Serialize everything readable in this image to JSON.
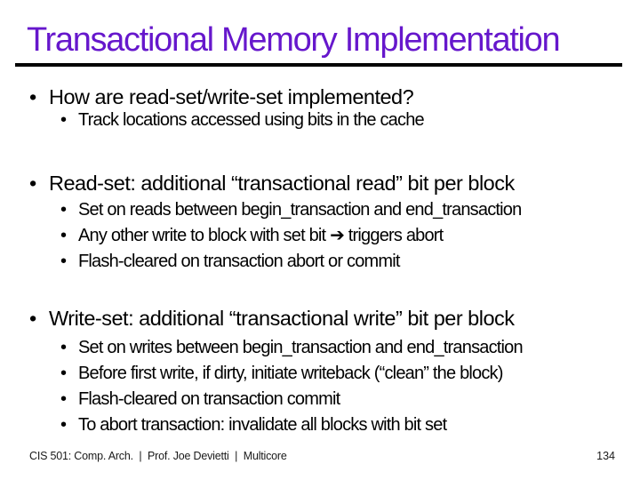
{
  "slide": {
    "title": "Transactional Memory Implementation",
    "title_color": "#6617CC",
    "text_color": "#000000",
    "rule_color": "#000000",
    "bullet_char": "•",
    "sections": [
      {
        "heading": "How are read-set/write-set implemented?",
        "subitems": [
          "Track locations accessed using bits in the cache"
        ]
      },
      {
        "heading": "Read-set: additional “transactional read” bit per block",
        "subitems": [
          "Set on reads between begin_transaction and end_transaction",
          "Any other write to block with set bit ➔ triggers abort",
          "Flash-cleared on transaction abort or commit"
        ]
      },
      {
        "heading": "Write-set: additional “transactional write” bit per block",
        "subitems": [
          "Set on writes between begin_transaction and end_transaction",
          "Before first write, if dirty, initiate writeback (“clean” the block)",
          "Flash-cleared on transaction commit",
          "To abort transaction: invalidate all blocks with bit set"
        ]
      }
    ],
    "footer": {
      "left": "CIS 501: Comp. Arch.  |  Prof. Joe Devietti  |  Multicore",
      "page_number": "134"
    }
  }
}
